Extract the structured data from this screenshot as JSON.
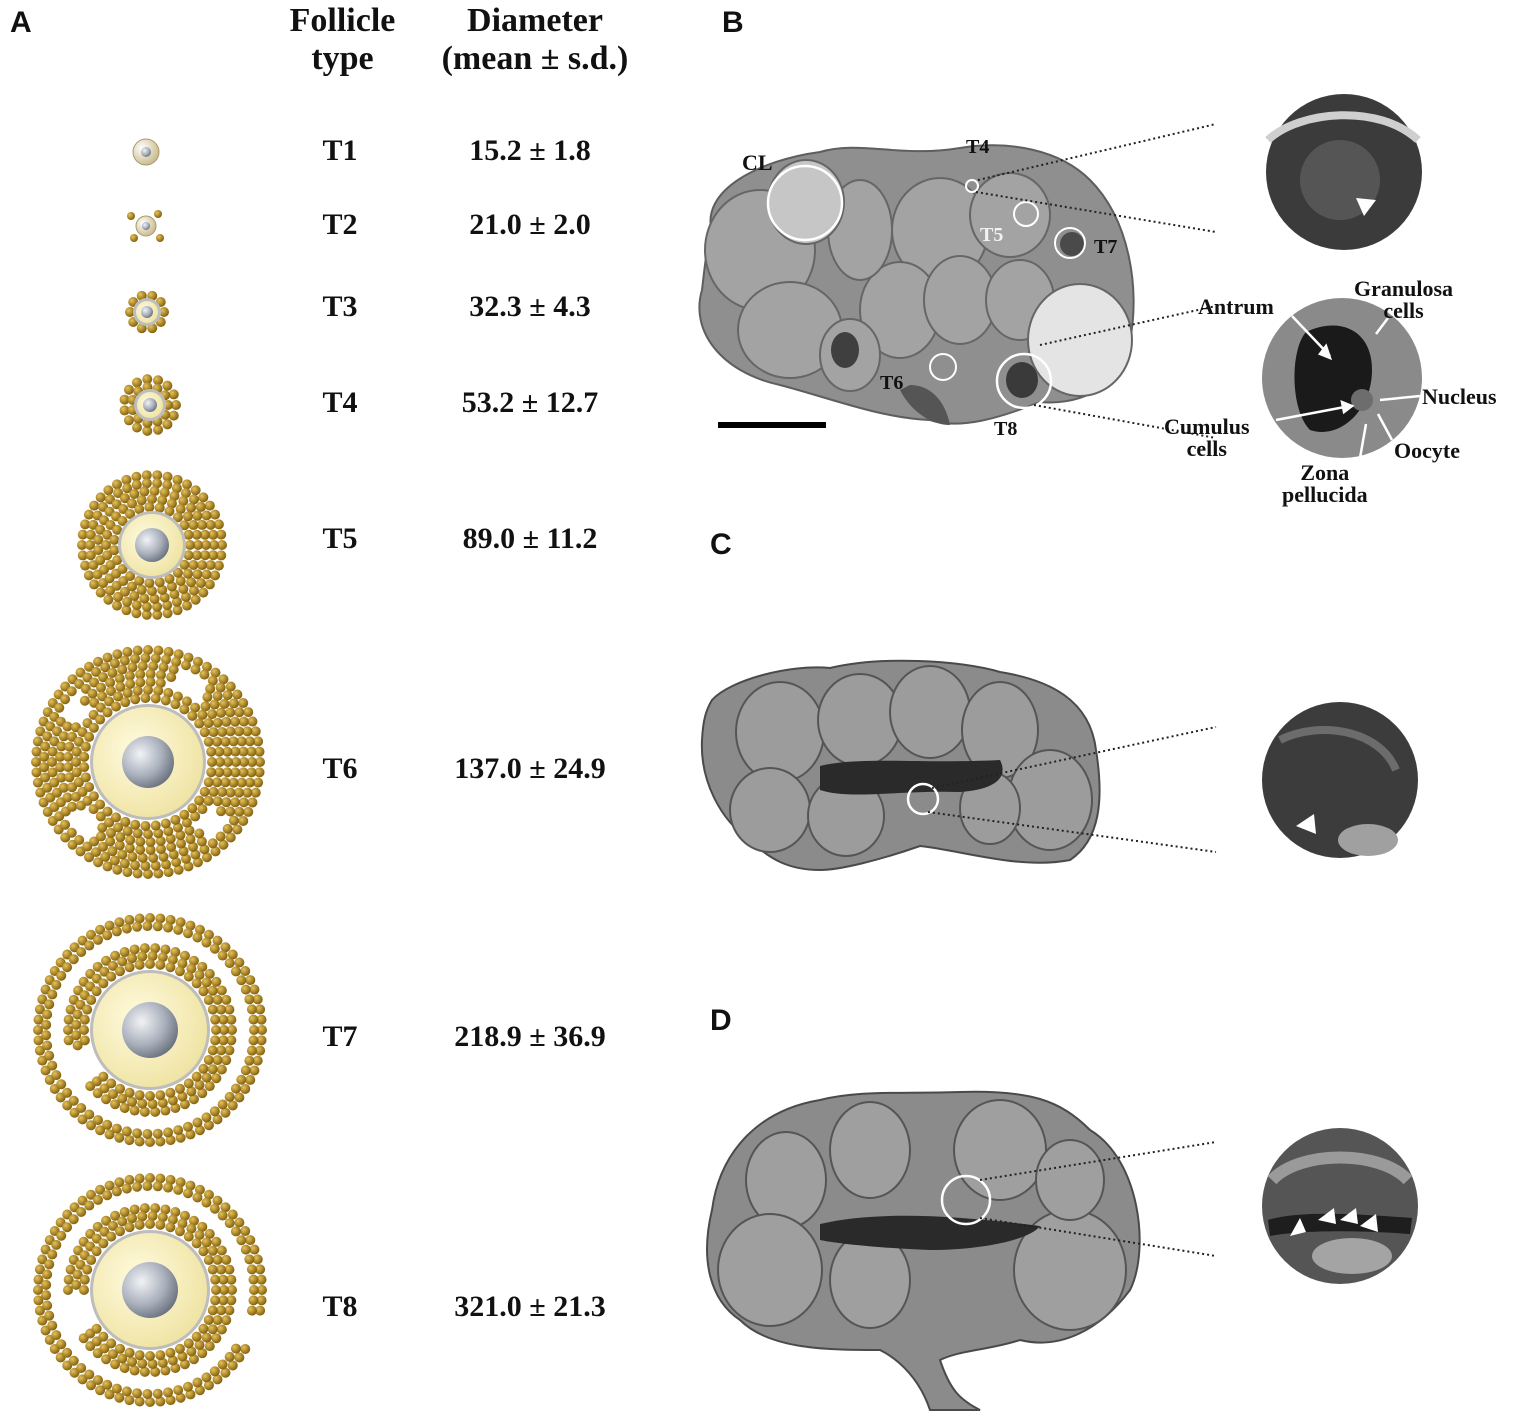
{
  "panels": {
    "a": "A",
    "b": "B",
    "c": "C",
    "d": "D"
  },
  "table": {
    "col_type_line1": "Follicle",
    "col_type_line2": "type",
    "col_diam_line1": "Diameter",
    "col_diam_line2": "(mean ± s.d.)",
    "rows": [
      {
        "type": "T1",
        "diameter": "15.2 ± 1.8"
      },
      {
        "type": "T2",
        "diameter": "21.0 ± 2.0"
      },
      {
        "type": "T3",
        "diameter": "32.3 ± 4.3"
      },
      {
        "type": "T4",
        "diameter": "53.2 ± 12.7"
      },
      {
        "type": "T5",
        "diameter": "89.0 ± 11.2"
      },
      {
        "type": "T6",
        "diameter": "137.0 ± 24.9"
      },
      {
        "type": "T7",
        "diameter": "218.9 ± 36.9"
      },
      {
        "type": "T8",
        "diameter": "321.0 ± 21.3"
      }
    ]
  },
  "panel_b": {
    "labels": {
      "cl": "CL",
      "t4": "T4",
      "t5": "T5",
      "t6": "T6",
      "t7": "T7",
      "t8": "T8"
    },
    "annotations": {
      "antrum": "Antrum",
      "granulosa_1": "Granulosa",
      "granulosa_2": "cells",
      "nucleus": "Nucleus",
      "cumulus_1": "Cumulus",
      "cumulus_2": "cells",
      "oocyte": "Oocyte",
      "zona_1": "Zona",
      "zona_2": "pellucida"
    }
  },
  "colors": {
    "granulosa": "#b8901e",
    "oocyte_cytoplasm": "#fbf6cc",
    "nucleus": "#9ea6b2",
    "tissue": "#8c8c8c",
    "inset_bg": "#3a3a3a"
  }
}
